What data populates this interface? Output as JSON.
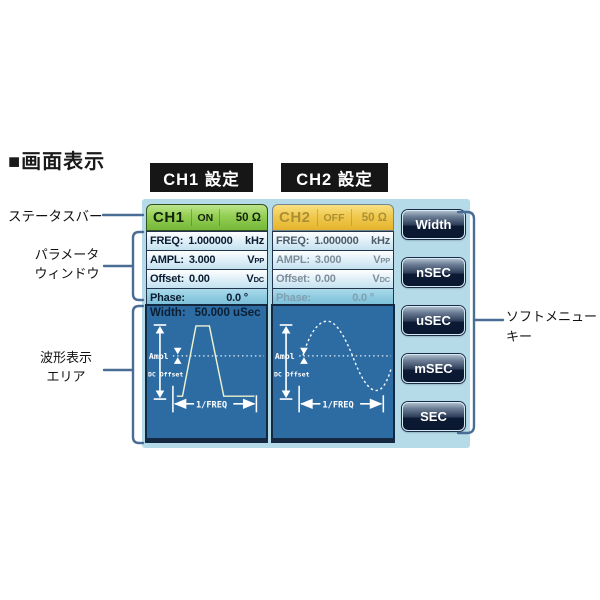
{
  "title": "■画面表示",
  "tabs": [
    {
      "label": "CH1 設定"
    },
    {
      "label": "CH2 設定"
    }
  ],
  "callouts": {
    "status_bar": "ステータスバー",
    "param_window_line1": "パラメータ",
    "param_window_line2": "ウィンドウ",
    "waveform_area_line1": "波形表示",
    "waveform_area_line2": "エリア",
    "soft_menu_line1": "ソフトメニュー",
    "soft_menu_line2": "キー"
  },
  "channels": [
    {
      "id": "CH1",
      "state": "ON",
      "impedance": "50 Ω",
      "rows": [
        {
          "label": "FREQ:",
          "value": "1.000000",
          "unit": "kHz",
          "unit_sub": ""
        },
        {
          "label": "AMPL:",
          "value": "3.000",
          "unit": "V",
          "unit_sub": "PP"
        },
        {
          "label": "Offset:",
          "value": "0.00",
          "unit": "V",
          "unit_sub": "DC"
        },
        {
          "label": "Phase:",
          "value": "0.0 °",
          "unit": "",
          "unit_sub": ""
        }
      ],
      "waveform": {
        "type": "pulse",
        "width_label": "Width:",
        "width_value": "50.000 uSec",
        "ampl": "Ampl",
        "dc_offset": "DC Offset",
        "period": "1/FREQ"
      }
    },
    {
      "id": "CH2",
      "state": "OFF",
      "impedance": "50 Ω",
      "rows": [
        {
          "label": "FREQ:",
          "value": "1.000000",
          "unit": "kHz",
          "unit_sub": ""
        },
        {
          "label": "AMPL:",
          "value": "3.000",
          "unit": "V",
          "unit_sub": "PP"
        },
        {
          "label": "Offset:",
          "value": "0.00",
          "unit": "V",
          "unit_sub": "DC"
        },
        {
          "label": "Phase:",
          "value": "0.0 °",
          "unit": "",
          "unit_sub": ""
        }
      ],
      "waveform": {
        "type": "sine",
        "ampl": "Ampl",
        "dc_offset": "DC Offset",
        "period": "1/FREQ"
      }
    }
  ],
  "soft_keys": [
    {
      "label": "Width"
    },
    {
      "label": "nSEC"
    },
    {
      "label": "uSEC"
    },
    {
      "label": "mSEC"
    },
    {
      "label": "SEC"
    }
  ],
  "colors": {
    "ch1_header_green": "#93cf52",
    "ch2_header_gold": "#f0c94e",
    "screen_waveform_blue": "#2d6ba3",
    "panel_light_blue": "#b5dbe9",
    "softkey_navy": "#0c1a34",
    "callout_line_blue": "#4a6d96",
    "tab_black": "#161616"
  }
}
